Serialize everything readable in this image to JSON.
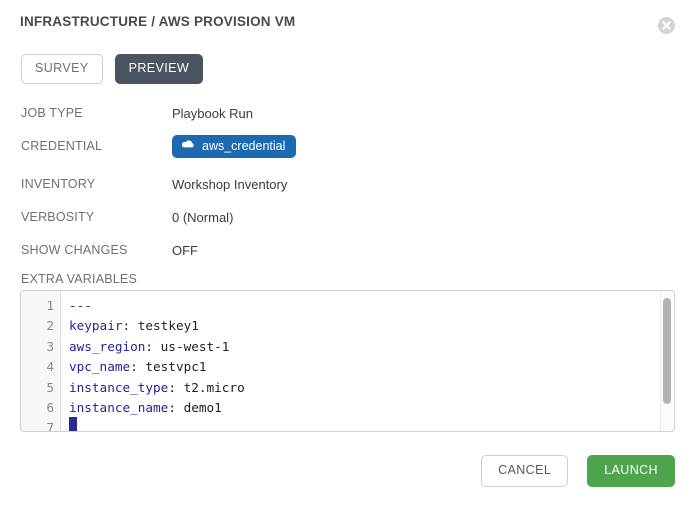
{
  "dialog": {
    "title": "INFRASTRUCTURE / AWS PROVISION VM",
    "close_icon": "close-circle-icon"
  },
  "tabs": [
    {
      "label": "SURVEY",
      "active": false
    },
    {
      "label": "PREVIEW",
      "active": true
    }
  ],
  "details": [
    {
      "label": "JOB TYPE",
      "value": "Playbook Run",
      "type": "text"
    },
    {
      "label": "CREDENTIAL",
      "value": "aws_credential",
      "type": "badge",
      "icon": "cloud-icon",
      "color": "#1d6ab4"
    },
    {
      "label": "INVENTORY",
      "value": "Workshop Inventory",
      "type": "text"
    },
    {
      "label": "VERBOSITY",
      "value": "0 (Normal)",
      "type": "text"
    },
    {
      "label": "SHOW CHANGES",
      "value": "OFF",
      "type": "text"
    }
  ],
  "extra_variables": {
    "label": "EXTRA VARIABLES",
    "lines": [
      {
        "no": "1",
        "key": "---",
        "sep": "",
        "value": ""
      },
      {
        "no": "2",
        "key": "keypair",
        "sep": ": ",
        "value": "testkey1"
      },
      {
        "no": "3",
        "key": "aws_region",
        "sep": ": ",
        "value": "us-west-1"
      },
      {
        "no": "4",
        "key": "vpc_name",
        "sep": ": ",
        "value": "testvpc1"
      },
      {
        "no": "5",
        "key": "instance_type",
        "sep": ": ",
        "value": "t2.micro"
      },
      {
        "no": "6",
        "key": "instance_name",
        "sep": ": ",
        "value": "demo1"
      },
      {
        "no": "7",
        "key": "",
        "sep": "",
        "value": ""
      }
    ]
  },
  "footer": {
    "cancel_label": "CANCEL",
    "launch_label": "LAUNCH",
    "launch_color": "#4da64d"
  }
}
